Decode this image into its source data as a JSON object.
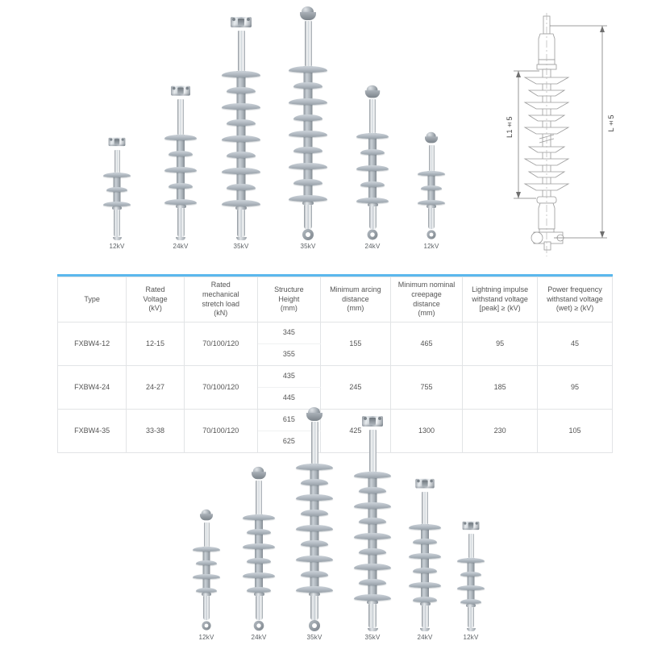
{
  "figures": {
    "top_group": {
      "name": "composite-insulator-photo-row-top",
      "items": [
        {
          "label": "12kV",
          "top_fitting": "clamp-fitting",
          "bottom_fitting": "taper-fitting",
          "sheds": 3
        },
        {
          "label": "24kV",
          "top_fitting": "clamp-fitting",
          "bottom_fitting": "taper-fitting",
          "sheds": 5
        },
        {
          "label": "35kV",
          "top_fitting": "clamp-fitting",
          "bottom_fitting": "taper-fitting",
          "sheds": 9
        },
        {
          "label": "35kV",
          "top_fitting": "ball-socket-fitting",
          "bottom_fitting": "eye-fitting",
          "sheds": 9
        },
        {
          "label": "24kV",
          "top_fitting": "ball-socket-fitting",
          "bottom_fitting": "eye-fitting",
          "sheds": 5
        },
        {
          "label": "12kV",
          "top_fitting": "ball-socket-fitting",
          "bottom_fitting": "eye-fitting",
          "sheds": 3
        }
      ]
    },
    "bottom_group": {
      "name": "composite-insulator-photo-row-bottom",
      "items": [
        {
          "label": "12kV",
          "top_fitting": "ball-socket-fitting",
          "bottom_fitting": "eye-fitting",
          "sheds": 4
        },
        {
          "label": "24kV",
          "top_fitting": "ball-socket-fitting",
          "bottom_fitting": "eye-fitting",
          "sheds": 6
        },
        {
          "label": "35kV",
          "top_fitting": "ball-socket-fitting",
          "bottom_fitting": "eye-fitting",
          "sheds": 9
        },
        {
          "label": "35kV",
          "top_fitting": "clamp-fitting",
          "bottom_fitting": "taper-fitting",
          "sheds": 9
        },
        {
          "label": "24kV",
          "top_fitting": "clamp-fitting",
          "bottom_fitting": "taper-fitting",
          "sheds": 6
        },
        {
          "label": "12kV",
          "top_fitting": "clamp-fitting",
          "bottom_fitting": "taper-fitting",
          "sheds": 4
        }
      ]
    },
    "drawing": {
      "name": "insulator-outline-drawing",
      "dimension_inner": "L1±5",
      "dimension_outer": "L±5",
      "sheds": 9
    }
  },
  "table": {
    "accent_color": "#5bb8ed",
    "border_color": "#e2e4e6",
    "headers": [
      "Type",
      "Rated\nVoltage\n(kV)",
      "Rated\nmechanical\nstretch load\n(kN)",
      "Structure\nHeight\n(mm)",
      "Minimum arcing\ndistance\n(mm)",
      "Minimum nominal\ncreepage\ndistance\n(mm)",
      "Lightning impulse\nwithstand voltage\n[peak] ≥ (kV)",
      "Power frequency\nwithstand voltage\n(wet) ≥ (kV)"
    ],
    "headers_lines": {
      "h0": [
        "Type"
      ],
      "h1": [
        "Rated",
        "Voltage",
        "(kV)"
      ],
      "h2": [
        "Rated",
        "mechanical",
        "stretch load",
        "(kN)"
      ],
      "h3": [
        "Structure",
        "Height",
        "(mm)"
      ],
      "h4": [
        "Minimum arcing",
        "distance",
        "(mm)"
      ],
      "h5": [
        "Minimum nominal",
        "creepage",
        "distance",
        "(mm)"
      ],
      "h6": [
        "Lightning impulse",
        "withstand voltage",
        "[peak] ≥ (kV)"
      ],
      "h7": [
        "Power frequency",
        "withstand voltage",
        "(wet) ≥ (kV)"
      ]
    },
    "rows": [
      {
        "type": "FXBW4-12",
        "rated_voltage": "12-15",
        "stretch_load": "70/100/120",
        "structure_height": [
          "345",
          "355"
        ],
        "arcing_distance": "155",
        "creepage_distance": "465",
        "lightning_impulse": "95",
        "power_frequency": "45"
      },
      {
        "type": "FXBW4-24",
        "rated_voltage": "24-27",
        "stretch_load": "70/100/120",
        "structure_height": [
          "435",
          "445"
        ],
        "arcing_distance": "245",
        "creepage_distance": "755",
        "lightning_impulse": "185",
        "power_frequency": "95"
      },
      {
        "type": "FXBW4-35",
        "rated_voltage": "33-38",
        "stretch_load": "70/100/120",
        "structure_height": [
          "615",
          "625"
        ],
        "arcing_distance": "425",
        "creepage_distance": "1300",
        "lightning_impulse": "230",
        "power_frequency": "105"
      }
    ]
  }
}
